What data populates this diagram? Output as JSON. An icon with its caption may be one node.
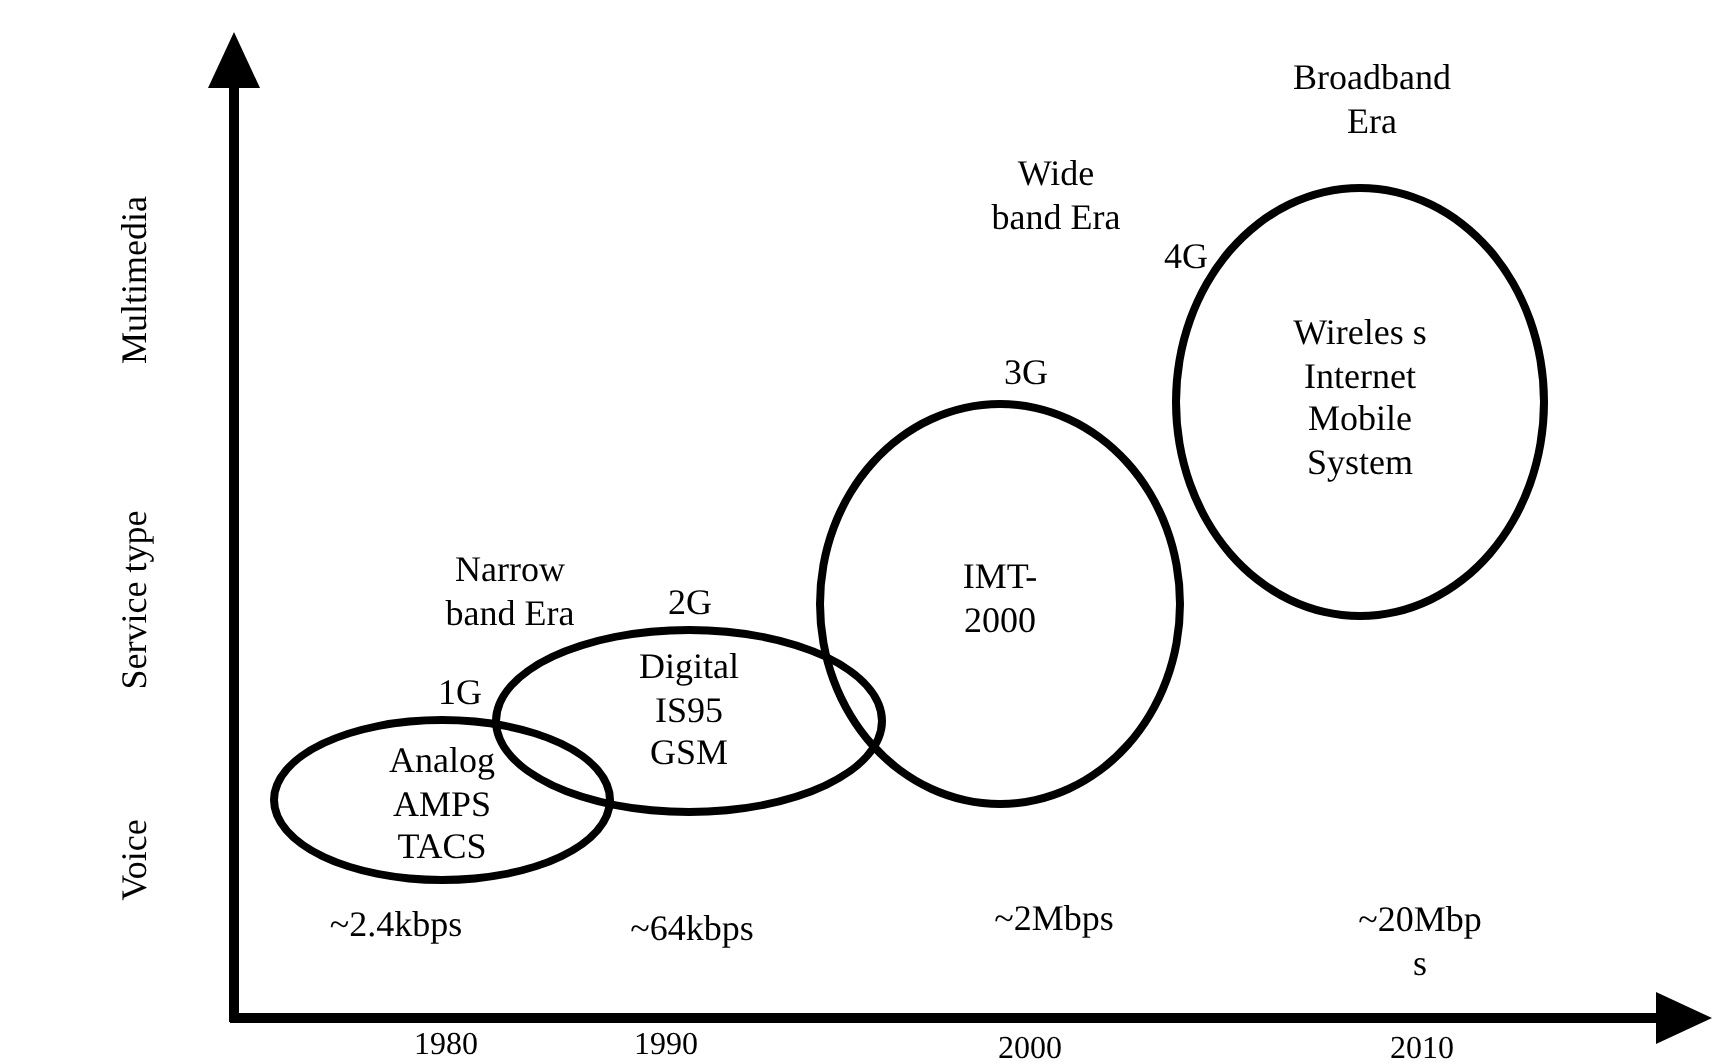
{
  "diagram": {
    "nodes": [
      {
        "text": [
          "1G",
          "Analog AMPS TACS"
        ]
      },
      {
        "text": [
          "2G",
          "Digital IS95 GSM"
        ]
      },
      {
        "text": [
          "3G",
          "IMT-2000"
        ]
      },
      {
        "text": [
          "4G",
          "Wireles s Internet Mobile System"
        ]
      }
    ],
    "edges": [],
    "labels": [
      "Multimedia",
      "Service type",
      "Voice",
      "Narrow band Era",
      "Wide band Era",
      "Broadband Era",
      "~2.4kbps",
      "~64kbps",
      "~2Mbps",
      "~20Mbp s",
      "1980",
      "1990",
      "2000",
      "2010"
    ]
  }
}
